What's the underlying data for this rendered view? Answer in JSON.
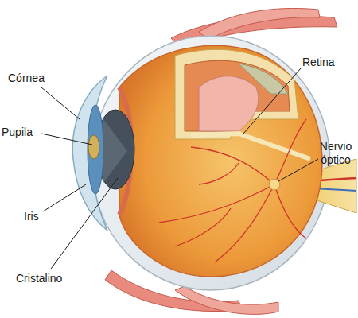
{
  "diagram": {
    "labels": [
      "Córnea",
      "Pupila",
      "Iris",
      "Cristalino",
      "Retina",
      "Nervio óptico"
    ]
  }
}
